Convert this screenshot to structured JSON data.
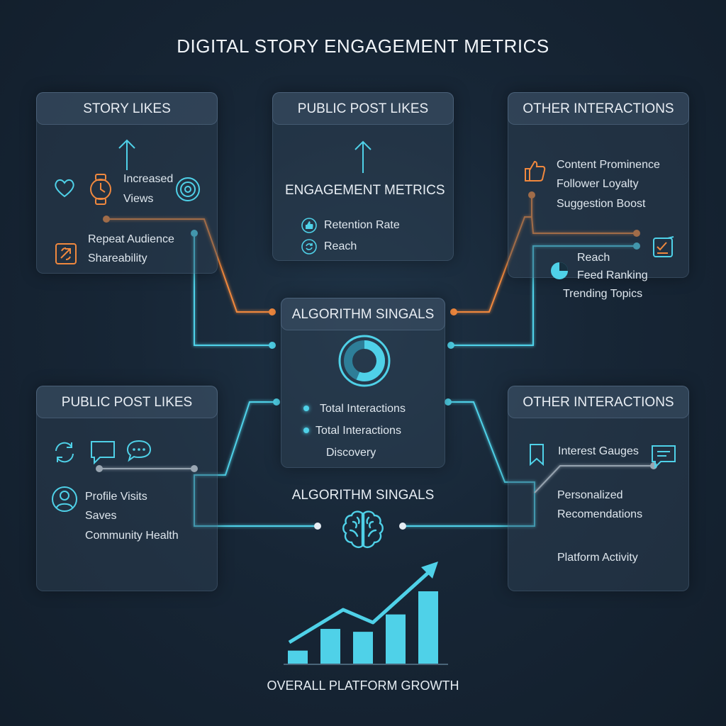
{
  "title": "DIGITAL STORY ENGAGEMENT METRICS",
  "colors": {
    "cyan": "#4fd1e8",
    "orange": "#f0883e",
    "white": "#e6edf3",
    "bg": "#172636"
  },
  "cards": {
    "story_likes": {
      "title": "STORY LIKES",
      "item_views_1": "Increased",
      "item_views_2": "Views",
      "item_repeat": "Repeat Audience",
      "item_share": "Shareability"
    },
    "public_post_top": {
      "title": "PUBLIC POST LIKES",
      "subtitle": "ENGAGEMENT METRICS",
      "item_retention": "Retention Rate",
      "item_reach": "Reach"
    },
    "other_top": {
      "title": "OTHER INTERACTIONS",
      "item_prominence": "Content Prominence",
      "item_loyalty": "Follower Loyalty",
      "item_suggestion": "Suggestion Boost",
      "item_reach": "Reach",
      "item_feed": "Feed Ranking",
      "item_trending": "Trending Topics"
    },
    "algorithm_center": {
      "title": "ALGORITHM SINGALS",
      "item_total_1": "Total Interactions",
      "item_total_2": "Total Interactions",
      "item_discovery": "Discovery"
    },
    "public_post_bottom": {
      "title": "PUBLIC POST LIKES",
      "item_profile": "Profile Visits",
      "item_saves": "Saves",
      "item_community": "Community Health"
    },
    "other_bottom": {
      "title": "OTHER INTERACTIONS",
      "item_interest": "Interest Gauges",
      "item_personalized_1": "Personalized",
      "item_personalized_2": "Recomendations",
      "item_platform": "Platform Activity"
    }
  },
  "algorithm_lower": {
    "label": "ALGORITHM SINGALS"
  },
  "growth": {
    "label": "OVERALL PLATFORM GROWTH",
    "bar_levels": [
      0.18,
      0.48,
      0.44,
      0.68,
      1.0
    ]
  },
  "icons": [
    "heart-icon",
    "watch-icon",
    "target-icon",
    "arrow-up-icon",
    "thumbs-up-icon",
    "refresh-icon",
    "chat-icon",
    "user-icon",
    "bookmark-icon",
    "brain-icon",
    "donut-chart-icon",
    "pie-icon",
    "checklist-icon",
    "share-icon",
    "growth-chart-icon"
  ]
}
